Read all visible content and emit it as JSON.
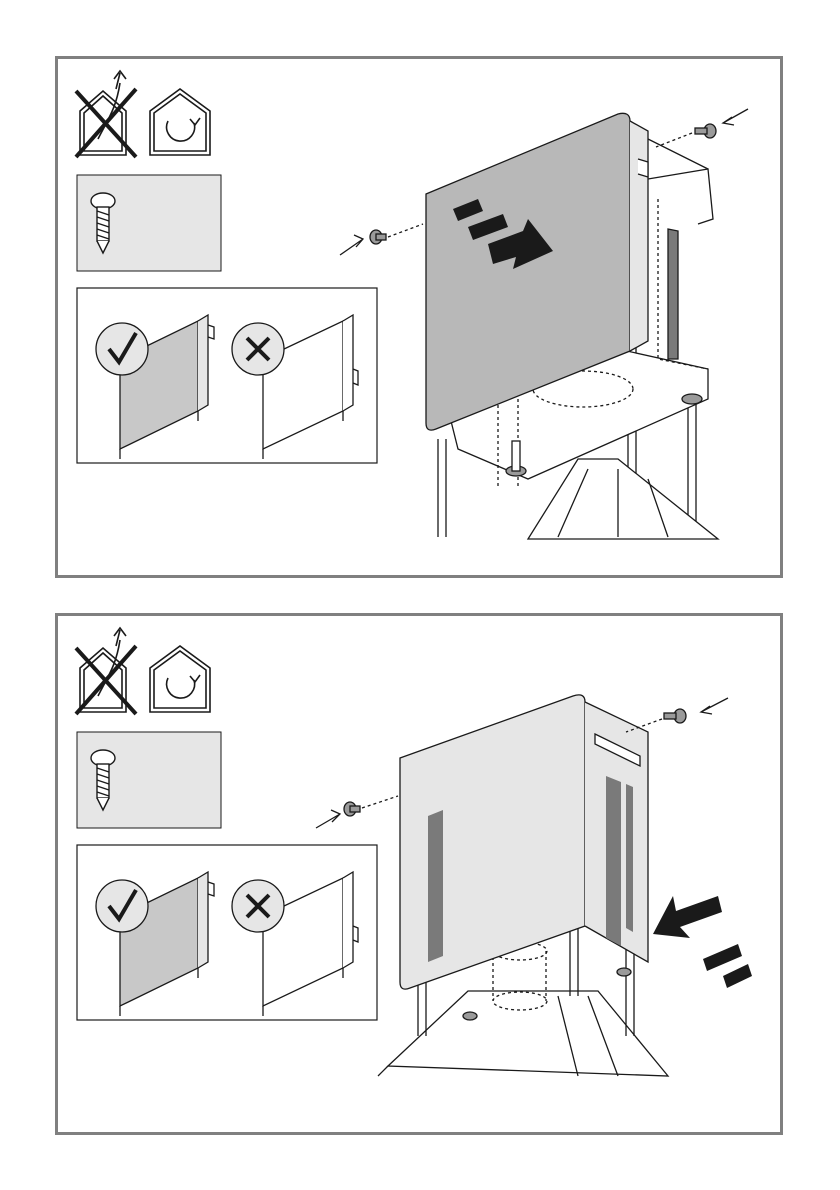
{
  "panels": [
    {
      "id": "step-1",
      "icons": [
        "no-exhaust-house-icon",
        "recirculation-house-icon",
        "screw-icon",
        "correct-cover-check-icon",
        "incorrect-cover-cross-icon"
      ],
      "action": "slide-cover-down-and-screw",
      "arrow_direction": "down-right"
    },
    {
      "id": "step-2",
      "icons": [
        "no-exhaust-house-icon",
        "recirculation-house-icon",
        "screw-icon",
        "correct-cover-check-icon",
        "incorrect-cover-cross-icon"
      ],
      "action": "push-cover-back-and-screw",
      "arrow_direction": "up-left"
    }
  ],
  "colors": {
    "frame": "#808080",
    "line": "#1a1a1a",
    "cover_fill": "#b8b8b8",
    "light_fill": "#e6e6e6",
    "dark_fill": "#7a7a7a"
  }
}
